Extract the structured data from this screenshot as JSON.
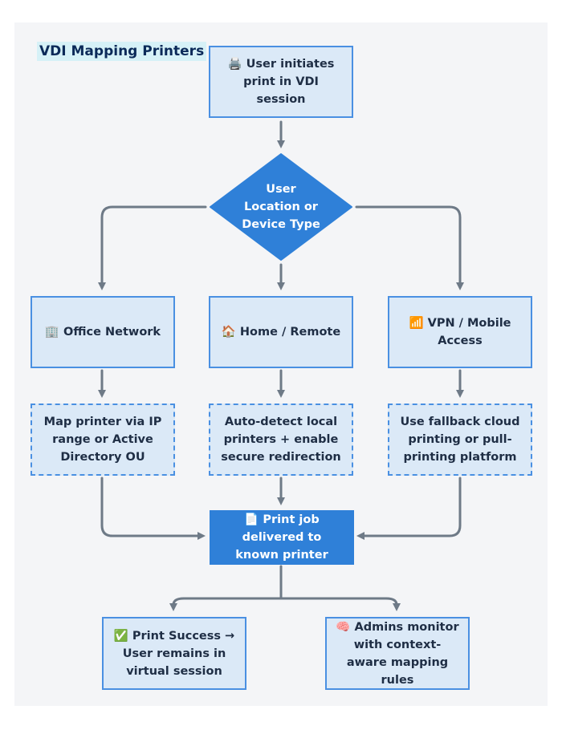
{
  "title": "VDI Mapping Printers",
  "nodes": {
    "start": {
      "icon": "🖨️",
      "text": "User initiates print in VDI session"
    },
    "decision": {
      "text": "User Location or Device Type"
    },
    "office": {
      "icon": "🏢",
      "text": "Office Network"
    },
    "home": {
      "icon": "🏠",
      "text": "Home / Remote"
    },
    "vpn": {
      "icon": "📶",
      "text": "VPN / Mobile Access"
    },
    "office_action": {
      "text": "Map printer via IP range or Active Directory OU"
    },
    "home_action": {
      "text": "Auto-detect local printers + enable secure redirection"
    },
    "vpn_action": {
      "text": "Use fallback cloud printing or pull-printing platform"
    },
    "delivered": {
      "icon": "📄",
      "text": "Print job delivered to known printer"
    },
    "success": {
      "icon": "✅",
      "text": "Print Success → User remains in virtual session"
    },
    "admins": {
      "icon": "🧠",
      "text": "Admins monitor with context-aware mapping rules"
    }
  },
  "colors": {
    "accent": "#2f80d8",
    "node_fill": "#dbe9f7",
    "border": "#4a90e2",
    "edge": "#6e7a87",
    "title_highlight": "#d6f1f7"
  }
}
